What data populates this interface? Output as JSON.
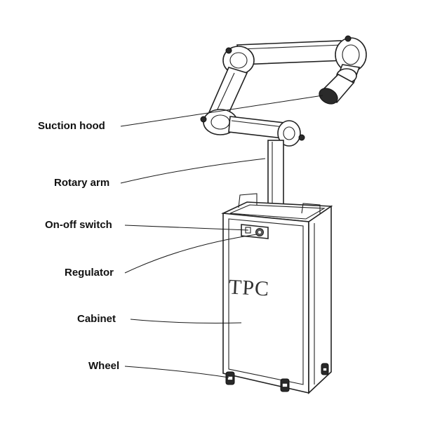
{
  "labels": {
    "suction_hood": "Suction hood",
    "rotary_arm": "Rotary arm",
    "on_off_switch": "On-off switch",
    "regulator": "Regulator",
    "cabinet": "Cabinet",
    "wheel": "Wheel"
  },
  "cabinet_brand": "TPC"
}
